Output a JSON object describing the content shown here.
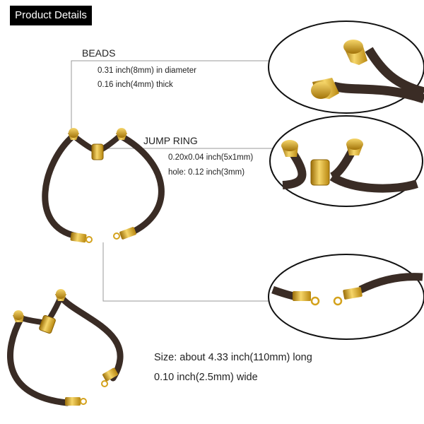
{
  "badge": {
    "title": "Product Details"
  },
  "beads": {
    "heading": "BEADS",
    "diameter": "0.31 inch(8mm) in diameter",
    "thickness": "0.16 inch(4mm) thick"
  },
  "jump_ring": {
    "heading": "JUMP RING",
    "dimensions": "0.20x0.04 inch(5x1mm)",
    "hole": "hole: 0.12 inch(3mm)"
  },
  "size": {
    "length": "Size: about 4.33 inch(110mm) long",
    "width": "0.10 inch(2.5mm) wide"
  },
  "colors": {
    "cord": "#3a2c25",
    "gold": "#d4a21c",
    "gold_light": "#f6d66a",
    "line": "#9a9a9a"
  }
}
